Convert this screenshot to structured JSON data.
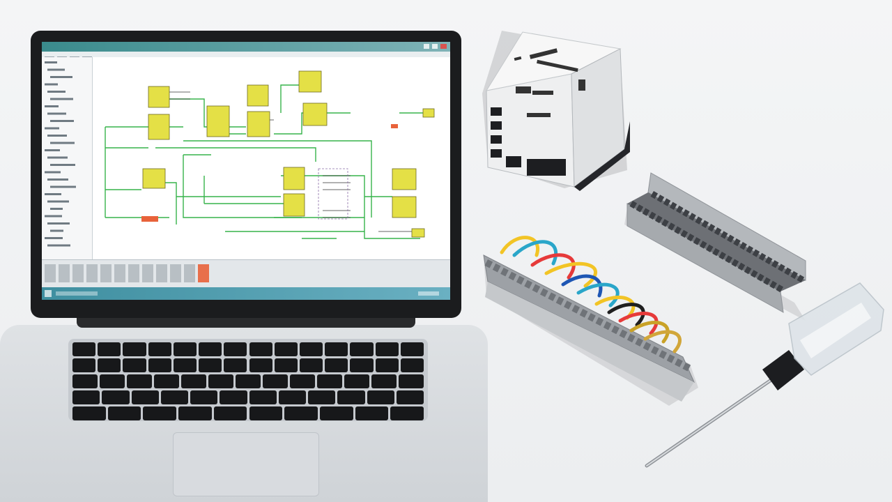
{
  "scene": {
    "colors": {
      "background": "#f0f1f2",
      "screen_titlebar": "#3a8b8c",
      "block_yellow": "#e4e046",
      "wire_green": "#36b34a",
      "label_orange": "#e8623a"
    },
    "laptop": {
      "app_window": {
        "sidebar_lines": 26,
        "blocks": 14
      }
    },
    "objects": [
      "laptop",
      "plc-module",
      "wired-terminal-block",
      "terminal-block-rail",
      "screwdriver"
    ]
  }
}
